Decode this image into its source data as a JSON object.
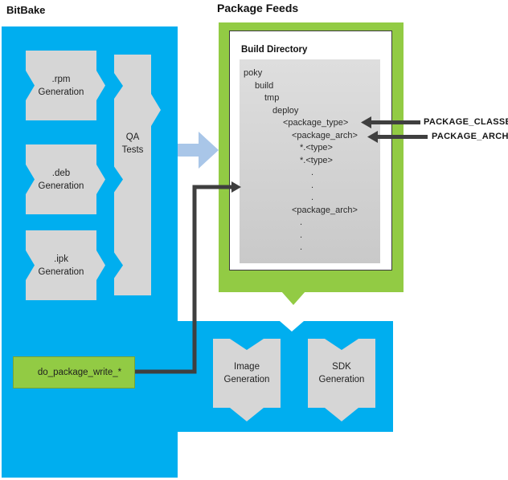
{
  "titles": {
    "bitbake": "BitBake",
    "package_feeds": "Package Feeds",
    "build_directory": "Build Directory"
  },
  "colors": {
    "bitbake_blue": "#00AEEF",
    "feed_green": "#92CB44",
    "box_gray": "#D6D6D6",
    "arrow_dark": "#3F3F3F",
    "flow_arrow_blue": "#A9C6E8"
  },
  "pipeline": {
    "rpm": {
      "line1": ".rpm",
      "line2": "Generation"
    },
    "deb": {
      "line1": ".deb",
      "line2": "Generation"
    },
    "ipk": {
      "line1": ".ipk",
      "line2": "Generation"
    },
    "qa": {
      "line1": "QA",
      "line2": "Tests"
    },
    "task_label": "do_package_write_*"
  },
  "build_directory": {
    "tree": [
      {
        "text": "poky",
        "indent": 0
      },
      {
        "text": "build",
        "indent": 1
      },
      {
        "text": "tmp",
        "indent": 2
      },
      {
        "text": "deploy",
        "indent": 3
      },
      {
        "text": "<package_type>",
        "indent": 4
      },
      {
        "text": "<package_arch>",
        "indent": 5
      },
      {
        "text": "*.<type>",
        "indent": 6
      },
      {
        "text": "*.<type>",
        "indent": 6
      },
      {
        "text": ".",
        "indent": 7
      },
      {
        "text": ".",
        "indent": 7
      },
      {
        "text": ".",
        "indent": 7
      },
      {
        "text": "<package_arch>",
        "indent": 5
      },
      {
        "text": ".",
        "indent": 6
      },
      {
        "text": ".",
        "indent": 6
      },
      {
        "text": ".",
        "indent": 6
      }
    ]
  },
  "annotations": {
    "package_classes": "PACKAGE_CLASSES",
    "package_arch": "PACKAGE_ARCH"
  },
  "outputs": {
    "image": {
      "line1": "Image",
      "line2": "Generation"
    },
    "sdk": {
      "line1": "SDK",
      "line2": "Generation"
    }
  }
}
